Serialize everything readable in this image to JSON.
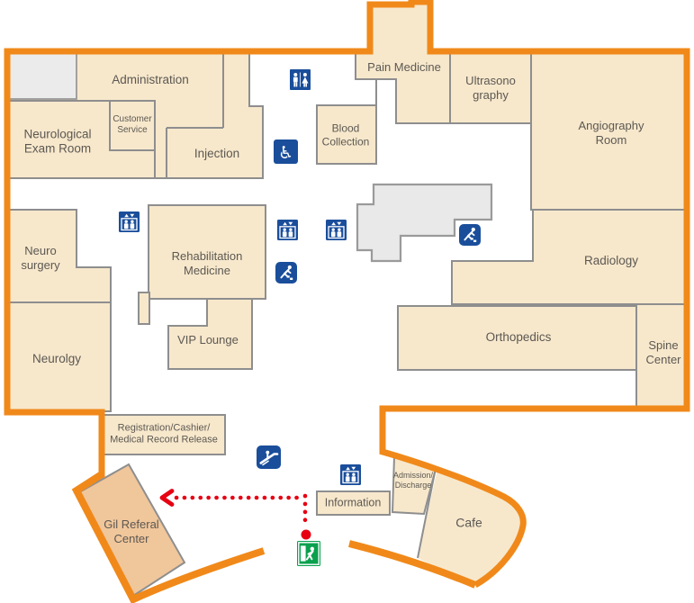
{
  "title": "Hospital floor map",
  "rooms": {
    "administration": {
      "label": "Administration"
    },
    "neurological": {
      "label": "Neurological\nExam Room"
    },
    "customer_service": {
      "label": "Customer\nService"
    },
    "injection": {
      "label": "Injection"
    },
    "pain_medicine": {
      "label": "Pain Medicine"
    },
    "ultrasonography": {
      "label": "Ultrasono\ngraphy"
    },
    "blood_collection": {
      "label": "Blood\nCollection"
    },
    "angiography": {
      "label": "Angiography\nRoom"
    },
    "neuro_surgery": {
      "label": "Neuro\nsurgery"
    },
    "rehabilitation": {
      "label": "Rehabilitation\nMedicine"
    },
    "radiology": {
      "label": "Radiology"
    },
    "neurolgy": {
      "label": "Neurolgy"
    },
    "vip_lounge": {
      "label": "VIP Lounge"
    },
    "orthopedics": {
      "label": "Orthopedics"
    },
    "spine_center": {
      "label": "Spine\nCenter"
    },
    "registration": {
      "label": "Registration/Cashier/\nMedical Record Release"
    },
    "gil_referal": {
      "label": "Gil Referal\nCenter"
    },
    "information": {
      "label": "Information"
    },
    "admission": {
      "label": "Admission/\nDischarge"
    },
    "cafe": {
      "label": "Cafe"
    }
  },
  "icons": {
    "wheelchair_glyph": "♿",
    "names": [
      "restroom-icon",
      "wheelchair-icon",
      "elevator-icon",
      "stairs-exit-icon",
      "escalator-icon",
      "emergency-exit-icon"
    ]
  },
  "route": {
    "type": "dotted-arrow",
    "direction": "left-to-gil-referal-center"
  },
  "colors": {
    "outline": "#F0891A",
    "room_fill": "#F7E8CC",
    "highlight_room_fill": "#F0C69B",
    "icon_blue": "#1A4E9B",
    "exit_green": "#0AA04E",
    "route_red": "#E60012",
    "wall_gray": "#8E8E8E",
    "text": "#5C5852"
  }
}
